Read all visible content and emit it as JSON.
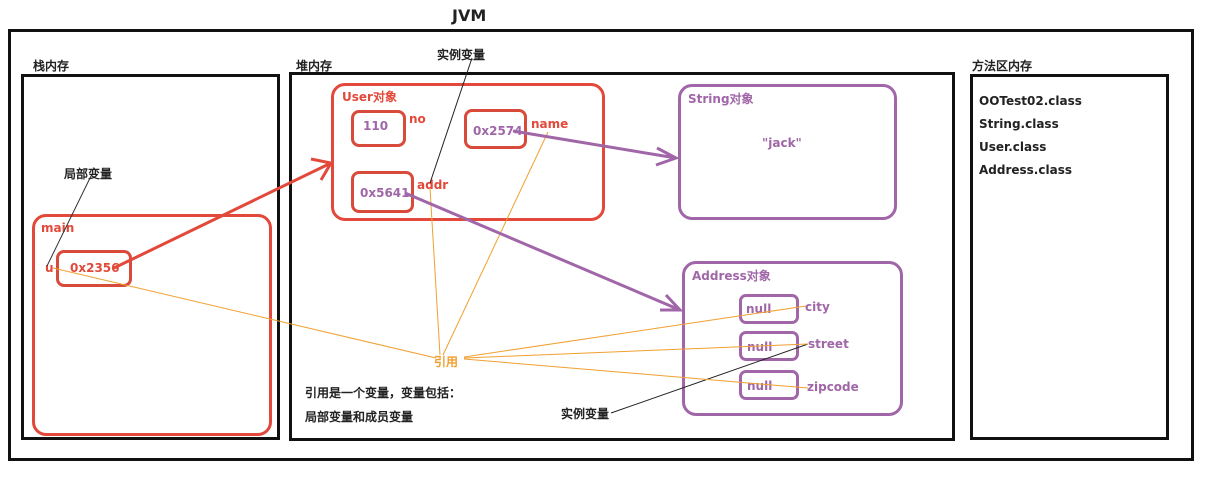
{
  "title": "JVM",
  "regions": {
    "stack": {
      "label": "栈内存"
    },
    "heap": {
      "label": "堆内存"
    },
    "method_area": {
      "label": "方法区内存",
      "classes": [
        "OOTest02.class",
        "String.class",
        "User.class",
        "Address.class"
      ]
    }
  },
  "stack_frame": {
    "name": "main",
    "variable": "u",
    "value": "0x2356",
    "annotation": "局部变量"
  },
  "user_object": {
    "title": "User对象",
    "fields": [
      {
        "name": "no",
        "value": "110"
      },
      {
        "name": "name",
        "value": "0x2574"
      },
      {
        "name": "addr",
        "value": "0x5641"
      }
    ],
    "annotation": "实例变量"
  },
  "string_object": {
    "title": "String对象",
    "value": "\"jack\""
  },
  "address_object": {
    "title": "Address对象",
    "fields": [
      {
        "name": "city",
        "value": "null"
      },
      {
        "name": "street",
        "value": "null"
      },
      {
        "name": "zipcode",
        "value": "null"
      }
    ],
    "annotation": "实例变量"
  },
  "reference_label": "引用",
  "notes": [
    "引用是一个变量，变量包括：",
    "局部变量和成员变量"
  ],
  "colors": {
    "stack_object": "#e2493a",
    "heap_object": "#a066a8",
    "reference_line": "#f0a030",
    "frame": "#111111"
  }
}
